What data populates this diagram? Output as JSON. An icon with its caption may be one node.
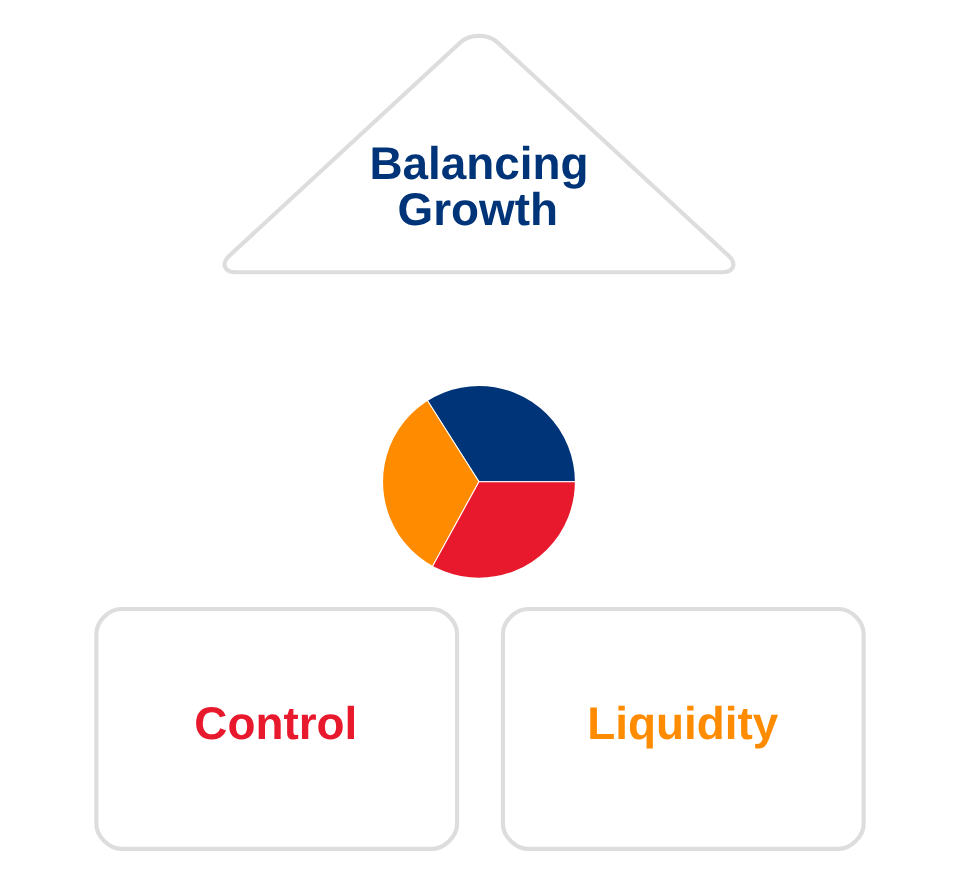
{
  "diagram": {
    "nodes": [
      {
        "text": [
          "Balancing Growth"
        ]
      },
      {
        "text": [],
        "shape": "circle"
      },
      {
        "text": [
          "Control"
        ]
      },
      {
        "text": [
          "Liquidity"
        ]
      }
    ]
  }
}
